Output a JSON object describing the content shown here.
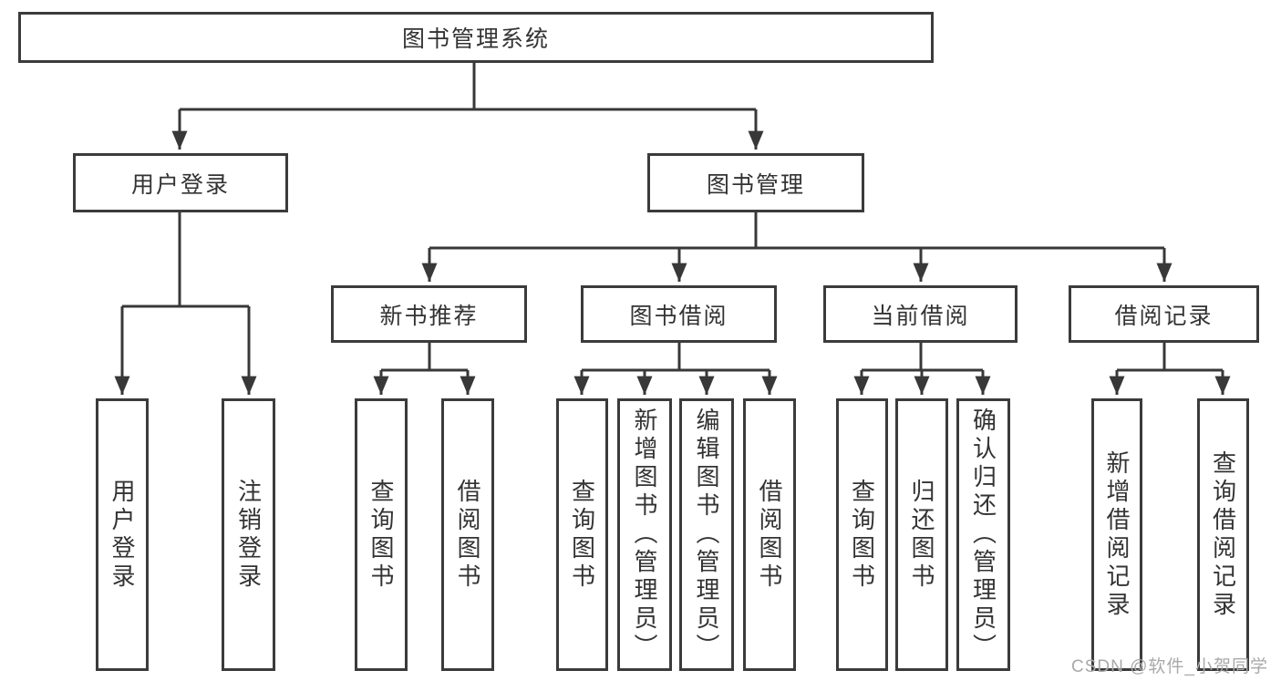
{
  "diagram": {
    "root": "图书管理系统",
    "branches": [
      {
        "label": "用户登录",
        "children": [
          "用户登录",
          "注销登录"
        ]
      },
      {
        "label": "图书管理",
        "sections": [
          {
            "label": "新书推荐",
            "children": [
              "查询图书",
              "借阅图书"
            ]
          },
          {
            "label": "图书借阅",
            "children": [
              "查询图书",
              "新增图书（管理员）",
              "编辑图书（管理员）",
              "借阅图书"
            ]
          },
          {
            "label": "当前借阅",
            "children": [
              "查询图书",
              "归还图书",
              "确认归还（管理员）"
            ]
          },
          {
            "label": "借阅记录",
            "children": [
              "新增借阅记录",
              "查询借阅记录"
            ]
          }
        ]
      }
    ],
    "watermark": "CSDN @软件_小贺同学"
  },
  "colors": {
    "line": "#383838",
    "box_border": "#3b3b3b",
    "text": "#333333",
    "watermark_text": "#a9a9a9",
    "background": "#ffffff"
  }
}
